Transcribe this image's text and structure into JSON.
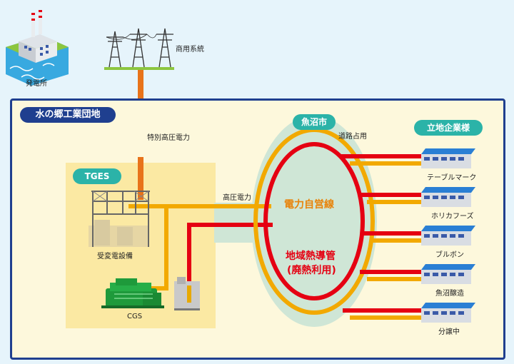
{
  "header": {
    "plant_label": "発電所",
    "grid_label": "商用系統"
  },
  "site": {
    "title": "水の郷工業団地",
    "high_voltage_special": "特別高圧電力",
    "high_voltage": "高圧電力",
    "tges_label": "TGES",
    "substation_label": "受変電設備",
    "cgs_label": "CGS"
  },
  "city": {
    "badge": "魚沼市",
    "road_label": "道路占用",
    "power_line": "電力自営線",
    "heat_pipe_line1": "地域熱導管",
    "heat_pipe_line2": "(廃熱利用)"
  },
  "companies": {
    "badge": "立地企業様",
    "items": [
      "テーブルマーク",
      "ホリカフーズ",
      "ブルボン",
      "魚沼醸造",
      "分譲中"
    ]
  },
  "colors": {
    "navy": "#1f3f8f",
    "teal": "#2bb3a8",
    "power_orange": "#f2a900",
    "heat_red": "#e50012",
    "special_line": "#e8731a"
  }
}
